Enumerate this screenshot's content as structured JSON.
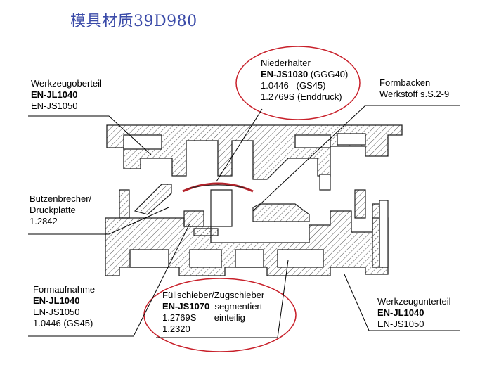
{
  "title": "模具材质39D980",
  "labels": {
    "werkzeugoberteil": {
      "name": "Werkzeugoberteil",
      "mat1": "EN-JL1040",
      "mat2": "EN-JS1050"
    },
    "niederhalter": {
      "name": "Niederhalter",
      "mat1": "EN-JS1030",
      "mat1_note": "(GGG40)",
      "mat2": "1.0446",
      "mat2_note": "(GS45)",
      "mat3": "1.2769S (Enddruck)"
    },
    "formbacken": {
      "name": "Formbacken",
      "line2": "Werkstoff s.S.2-9"
    },
    "butzenbrecher": {
      "line1": "Butzenbrecher/",
      "line2": "Druckplatte",
      "mat1": "1.2842"
    },
    "formaufnahme": {
      "name": "Formaufnahme",
      "mat1": "EN-JL1040",
      "mat2": "EN-JS1050",
      "mat3": "1.0446 (GS45)"
    },
    "fuellschieber": {
      "name": "Füllschieber/Zugschieber",
      "mat1": "EN-JS1070",
      "mat1_note": "segmentiert",
      "mat2": "1.2769S",
      "mat2_note": "einteilig",
      "mat3": "1.2320"
    },
    "werkzeugunterteil": {
      "name": "Werkzeugunterteil",
      "mat1": "EN-JL1040",
      "mat2": "EN-JS1050"
    }
  },
  "colors": {
    "title": "#3a4aa8",
    "highlight_ellipse": "#c8202a",
    "hatch": "#444444"
  }
}
